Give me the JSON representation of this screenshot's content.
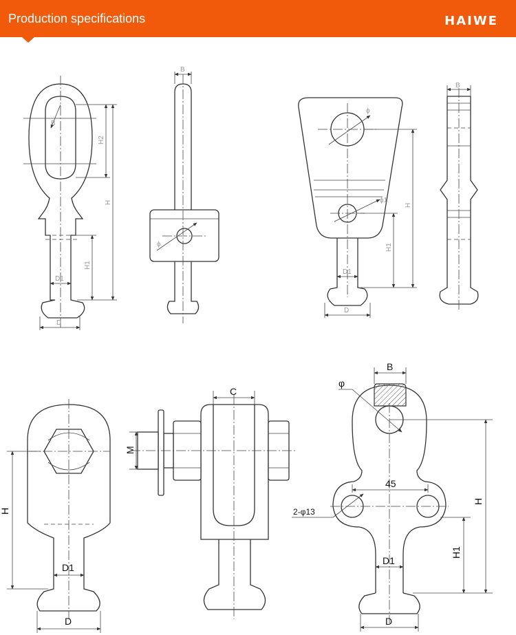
{
  "header": {
    "title": "Production specifications",
    "brand": "HAIWE",
    "bg_color": "#f05a0a"
  },
  "drawings": {
    "fig1": {
      "B": "B",
      "H2": "H2",
      "H": "H",
      "H1": "H1",
      "D1": "D1",
      "D": "D"
    },
    "fig2": {
      "B": "B",
      "phi": "ϕ"
    },
    "fig3": {
      "phi": "ϕ",
      "phi1": "ϕ1",
      "H": "H",
      "H1": "H1",
      "D1": "D1",
      "D": "D"
    },
    "fig4": {
      "B": "B"
    },
    "fig5": {
      "H": "H",
      "D1": "D1",
      "D": "D"
    },
    "fig6": {
      "C": "C",
      "M": "M"
    },
    "fig7": {
      "B": "B",
      "phi": "φ",
      "dim45": "45",
      "holes": "2-φ13",
      "H": "H",
      "H1": "H1",
      "D1": "D1",
      "D": "D"
    }
  }
}
